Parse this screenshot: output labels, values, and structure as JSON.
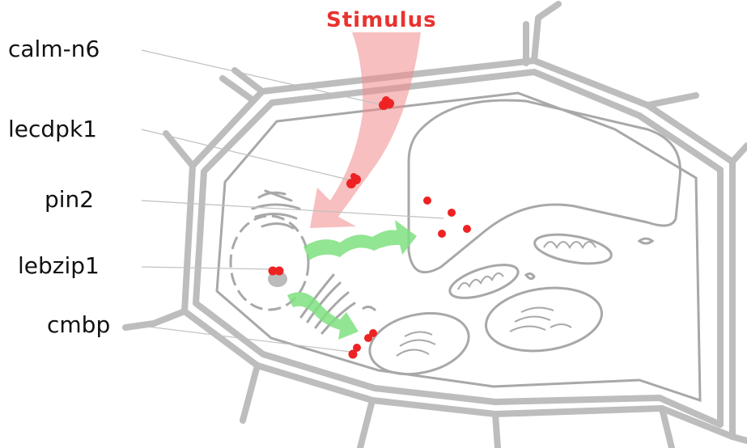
{
  "title": "Stimulus",
  "labels": [
    "calm-n6",
    "lecdpk1",
    "pin2",
    "lebzip1",
    "cmbp"
  ],
  "colors": {
    "wall": "#bdbdbd",
    "membrane": "#a8a8a8",
    "signal_dot": "#ee2222",
    "stimulus_arrow": "#f08a8a",
    "stimulus_text": "#e8332f",
    "transport_arrow": "#7fe07f",
    "leader_line": "#c0c0c0"
  }
}
